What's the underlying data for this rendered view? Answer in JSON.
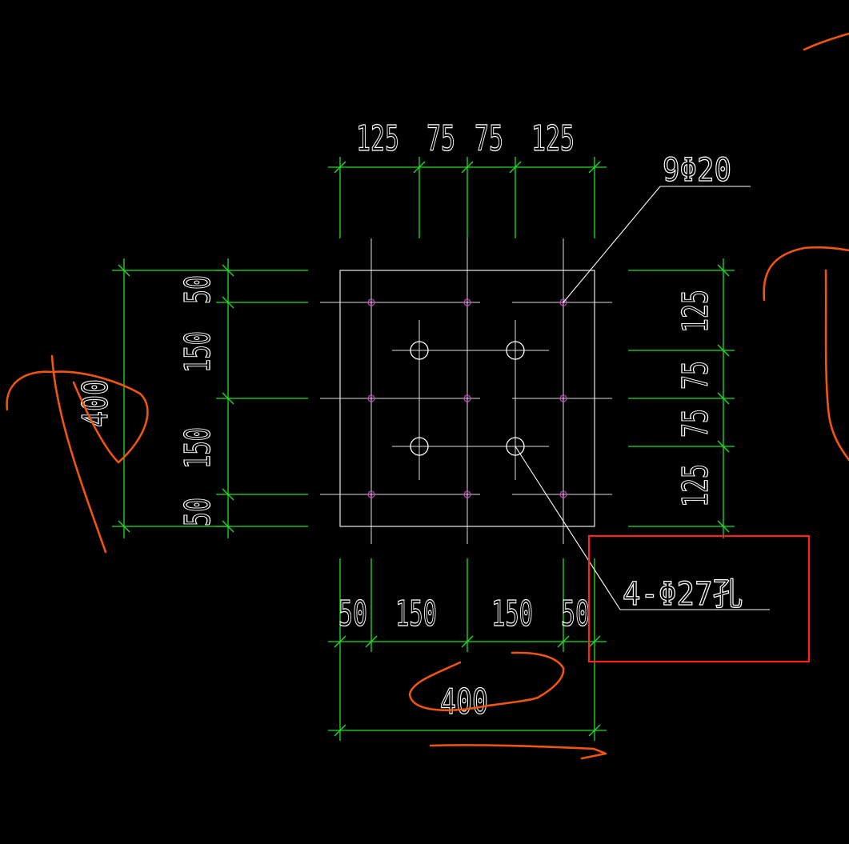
{
  "drawing": {
    "top_dims": [
      "125",
      "75",
      "75",
      "125"
    ],
    "left_dims": [
      "50",
      "150",
      "150",
      "50"
    ],
    "right_dims": [
      "125",
      "75",
      "75",
      "125"
    ],
    "bottom_dims": [
      "50",
      "150",
      "150",
      "50"
    ],
    "overall_bottom": "400",
    "overall_left": "400",
    "callout_rebar": "9Φ20",
    "callout_holes": "4-Φ27孔"
  },
  "colors": {
    "background": "#000000",
    "dimension": "#22dd22",
    "geometry": "#ffffff",
    "bolt": "#cc44cc",
    "markup": "#ee5511",
    "highlight_box": "#ff2222"
  }
}
